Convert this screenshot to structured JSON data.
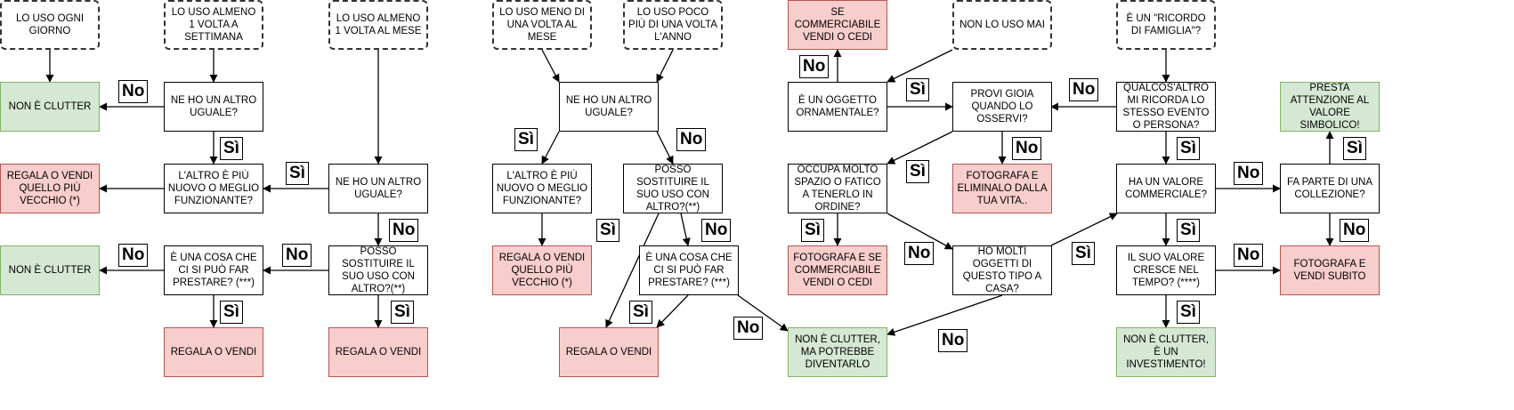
{
  "nodes": {
    "s_ogni_giorno": "LO USO OGNI GIORNO",
    "s_settimana": "LO USO ALMENO 1 VOLTA A SETTIMANA",
    "s_mese": "LO USO ALMENO 1 VOLTA AL MESE",
    "s_meno_mese": "LO USO MENO DI UNA VOLTA AL MESE",
    "s_poco_anno": "LO USO POCO PIÙ DI UNA VOLTA L'ANNO",
    "s_mai": "NON LO USO MAI",
    "s_ricordo": "È UN \"RICORDO DI FAMIGLIA\"?",
    "q_altro_uguale_1": "NE HO UN ALTRO UGUALE?",
    "q_altro_uguale_2": "NE HO UN ALTRO UGUALE?",
    "q_altro_uguale_3": "NE HO UN ALTRO UGUALE?",
    "q_piu_nuovo_1": "L'ALTRO È PIÙ NUOVO O MEGLIO FUNZIONANTE?",
    "q_piu_nuovo_2": "L'ALTRO È PIÙ NUOVO O MEGLIO FUNZIONANTE?",
    "q_sostituire_1": "POSSO SOSTITUIRE IL SUO USO CON ALTRO?(**)",
    "q_sostituire_2": "POSSO SOSTITUIRE IL SUO USO CON ALTRO?(**)",
    "q_prestare_1": "È UNA COSA CHE CI SI PUÒ FAR PRESTARE? (***)",
    "q_prestare_2": "È UNA COSA CHE CI SI PUÒ FAR PRESTARE? (***)",
    "q_ornamentale": "È UN OGGETTO ORNAMENTALE?",
    "q_gioia": "PROVI GIOIA QUANDO LO OSSERVI?",
    "q_spazio": "OCCUPA MOLTO SPAZIO O FATICO A TENERLO IN ORDINE?",
    "q_molti_oggetti": "HO MOLTI OGGETTI DI QUESTO TIPO A CASA?",
    "q_ricorda_evento": "QUALCOS'ALTRO MI RICORDA LO STESSO EVENTO O PERSONA?",
    "q_valore_commerciale": "HA UN VALORE COMMERCIALE?",
    "q_cresce_valore": "IL SUO VALORE CRESCE NEL TEMPO? (****)",
    "q_collezione": "FA PARTE DI UNA COLLEZIONE?",
    "r_non_clutter_1": "NON È CLUTTER",
    "r_non_clutter_2": "NON È CLUTTER",
    "r_regala_vecchio_1": "REGALA O VENDI QUELLO PIÙ VECCHIO (*)",
    "r_regala_vecchio_2": "REGALA O VENDI QUELLO PIÙ VECCHIO (*)",
    "r_regala_1": "REGALA O VENDI",
    "r_regala_2": "REGALA O VENDI",
    "r_regala_3": "REGALA O VENDI",
    "r_commerciabile": "SE COMMERCIABILE VENDI O CEDI",
    "r_fotografa_elimina": "FOTOGRAFA E ELIMINALO DALLA TUA VITA..",
    "r_fotografa_commerciabile": "FOTOGRAFA E SE COMMERCIABILE VENDI O CEDI",
    "r_potrebbe_diventarlo": "NON È CLUTTER, MA POTREBBE DIVENTARLO",
    "r_investimento": "NON È CLUTTER, È UN INVESTIMENTO!",
    "r_simbolico": "PRESTA ATTENZIONE AL VALORE SIMBOLICO!",
    "r_fotografa_vendi": "FOTOGRAFA E VENDI SUBITO"
  },
  "labels": {
    "yes": "Sì",
    "no": "No"
  },
  "colors": {
    "red_fill": "#f8cecc",
    "red_stroke": "#b85450",
    "green_fill": "#d5e8d4",
    "green_stroke": "#82b366"
  }
}
